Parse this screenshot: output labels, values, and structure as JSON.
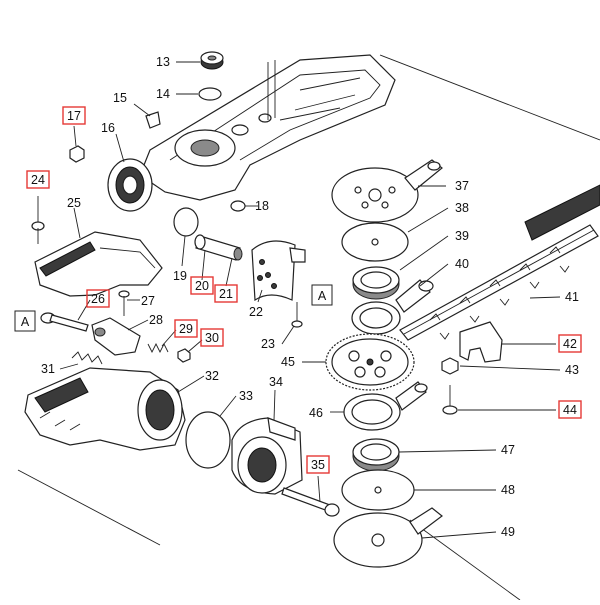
{
  "highlight_color": "#e53935",
  "callouts": [
    {
      "label": "13",
      "highlighted": false
    },
    {
      "label": "14",
      "highlighted": false
    },
    {
      "label": "15",
      "highlighted": false
    },
    {
      "label": "16",
      "highlighted": false
    },
    {
      "label": "17",
      "highlighted": true
    },
    {
      "label": "18",
      "highlighted": false
    },
    {
      "label": "19",
      "highlighted": false
    },
    {
      "label": "20",
      "highlighted": true
    },
    {
      "label": "21",
      "highlighted": true
    },
    {
      "label": "22",
      "highlighted": false
    },
    {
      "label": "23",
      "highlighted": false
    },
    {
      "label": "24",
      "highlighted": true
    },
    {
      "label": "25",
      "highlighted": false
    },
    {
      "label": "26",
      "highlighted": true
    },
    {
      "label": "27",
      "highlighted": false
    },
    {
      "label": "28",
      "highlighted": false
    },
    {
      "label": "29",
      "highlighted": true
    },
    {
      "label": "30",
      "highlighted": true
    },
    {
      "label": "31",
      "highlighted": false
    },
    {
      "label": "32",
      "highlighted": false
    },
    {
      "label": "33",
      "highlighted": false
    },
    {
      "label": "34",
      "highlighted": false
    },
    {
      "label": "35",
      "highlighted": true
    },
    {
      "label": "37",
      "highlighted": false
    },
    {
      "label": "38",
      "highlighted": false
    },
    {
      "label": "39",
      "highlighted": false
    },
    {
      "label": "40",
      "highlighted": false
    },
    {
      "label": "41",
      "highlighted": false
    },
    {
      "label": "42",
      "highlighted": true
    },
    {
      "label": "43",
      "highlighted": false
    },
    {
      "label": "44",
      "highlighted": true
    },
    {
      "label": "45",
      "highlighted": false
    },
    {
      "label": "46",
      "highlighted": false
    },
    {
      "label": "47",
      "highlighted": false
    },
    {
      "label": "48",
      "highlighted": false
    },
    {
      "label": "49",
      "highlighted": false
    }
  ],
  "reference_markers": [
    {
      "label": "A"
    },
    {
      "label": "A"
    }
  ]
}
